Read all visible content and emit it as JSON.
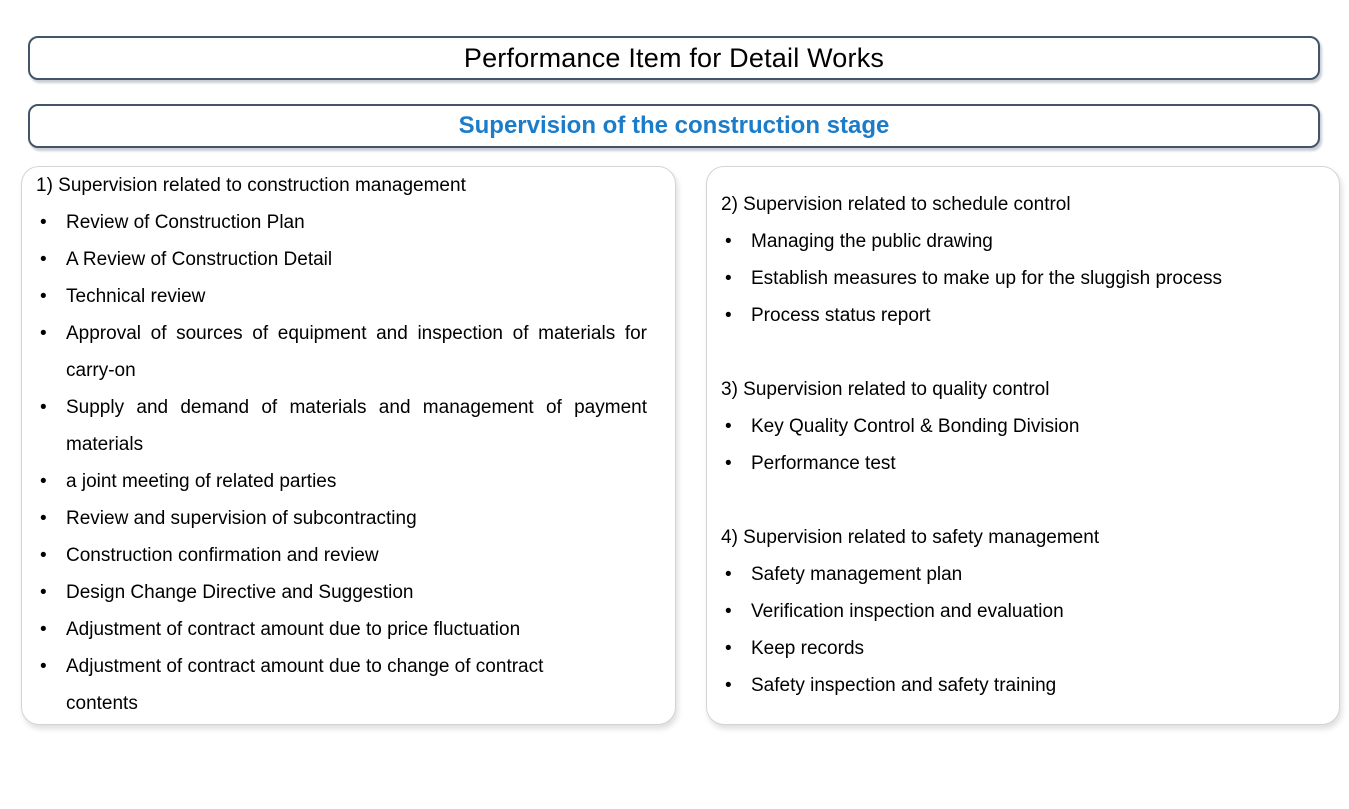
{
  "slide": {
    "title": "Performance Item for Detail Works",
    "subtitle": "Supervision of the construction stage",
    "colors": {
      "accent_blue": "#1B7CC9",
      "header_border": "#44546A",
      "panel_border": "#D4D4D4",
      "text": "#000000"
    }
  },
  "bullet_char": "•",
  "panels": [
    {
      "name": "construction-management",
      "sections": [
        {
          "heading": "1) Supervision related to construction management",
          "bullets": [
            {
              "lines": [
                "Review of Construction Plan"
              ]
            },
            {
              "lines": [
                "A Review of Construction Detail"
              ]
            },
            {
              "lines": [
                "Technical review"
              ]
            },
            {
              "lines": [
                "Approval of sources of equipment and inspection of materials for",
                "carry-on"
              ],
              "stretch_wrap": true
            },
            {
              "lines": [
                "Supply and demand of materials and management of payment",
                "materials"
              ],
              "stretch_wrap": true
            },
            {
              "lines": [
                "a joint meeting of related parties"
              ]
            },
            {
              "lines": [
                "Review and supervision of subcontracting"
              ]
            },
            {
              "lines": [
                "Construction confirmation and review"
              ]
            },
            {
              "lines": [
                "Design Change Directive and Suggestion"
              ]
            },
            {
              "lines": [
                "Adjustment of contract amount due to price fluctuation"
              ]
            },
            {
              "lines": [
                "Adjustment of contract amount due to change of contract",
                "contents"
              ],
              "stretch_wrap": false
            }
          ]
        }
      ]
    },
    {
      "name": "schedule-quality-safety",
      "sections": [
        {
          "heading": "2) Supervision related to schedule control",
          "bullets": [
            {
              "lines": [
                "Managing the public drawing"
              ]
            },
            {
              "lines": [
                "Establish measures to make up for the sluggish process"
              ]
            },
            {
              "lines": [
                "Process status report"
              ]
            }
          ]
        },
        {
          "heading": "3) Supervision related to quality control",
          "bullets": [
            {
              "lines": [
                "Key Quality Control & Bonding Division"
              ]
            },
            {
              "lines": [
                "Performance test"
              ]
            }
          ]
        },
        {
          "heading": "4) Supervision related to safety management",
          "bullets": [
            {
              "lines": [
                "Safety management plan"
              ]
            },
            {
              "lines": [
                "Verification inspection and evaluation"
              ]
            },
            {
              "lines": [
                "Keep records"
              ]
            },
            {
              "lines": [
                "Safety inspection and safety training"
              ]
            }
          ]
        }
      ]
    }
  ]
}
